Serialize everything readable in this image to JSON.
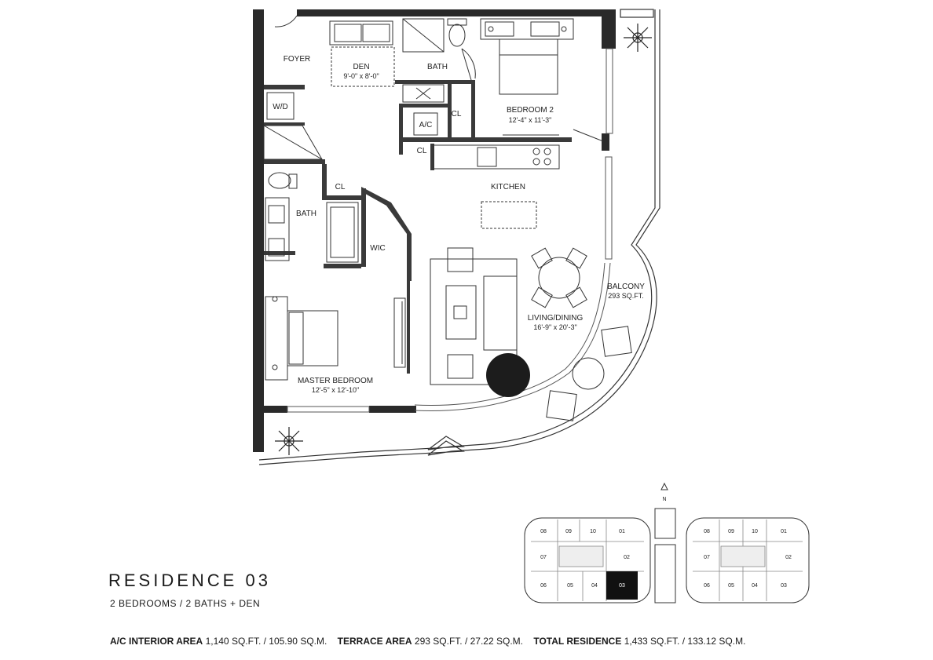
{
  "residence": {
    "title": "RESIDENCE 03",
    "subtitle": "2 BEDROOMS / 2 BATHS + DEN"
  },
  "areas": {
    "ac_label": "A/C INTERIOR AREA",
    "ac_value": "1,140 SQ.FT. / 105.90 SQ.M.",
    "terrace_label": "TERRACE AREA",
    "terrace_value": "293 SQ.FT. / 27.22 SQ.M.",
    "total_label": "TOTAL RESIDENCE",
    "total_value": "1,433 SQ.FT. / 133.12 SQ.M."
  },
  "rooms": {
    "foyer": "FOYER",
    "den_name": "DEN",
    "den_dims": "9'-0\" x 8'-0\"",
    "bath_top": "BATH",
    "bedroom2_name": "BEDROOM 2",
    "bedroom2_dims": "12'-4\" x 11'-3\"",
    "wd": "W/D",
    "ac": "A/C",
    "cl1": "CL",
    "cl2": "CL",
    "cl3": "CL",
    "kitchen": "KITCHEN",
    "bath_left": "BATH",
    "wic": "WIC",
    "balcony_name": "BALCONY",
    "balcony_area": "293 SQ.FT.",
    "living_name": "LIVING/DINING",
    "living_dims": "16'-9\" x 20'-3\"",
    "master_name": "MASTER BEDROOM",
    "master_dims": "12'-5\" x 12'-10\""
  },
  "key_plan": {
    "north_label": "N",
    "left_units_top": [
      "08",
      "09",
      "10",
      "01"
    ],
    "left_units_mid": [
      "07",
      "02"
    ],
    "left_units_bottom": [
      "06",
      "05",
      "04",
      "03"
    ],
    "right_units_top": [
      "08",
      "09",
      "10",
      "01"
    ],
    "right_units_mid": [
      "07",
      "02"
    ],
    "right_units_bottom": [
      "06",
      "05",
      "04",
      "03"
    ],
    "highlighted_unit": "03",
    "highlight_color": "#111111"
  }
}
